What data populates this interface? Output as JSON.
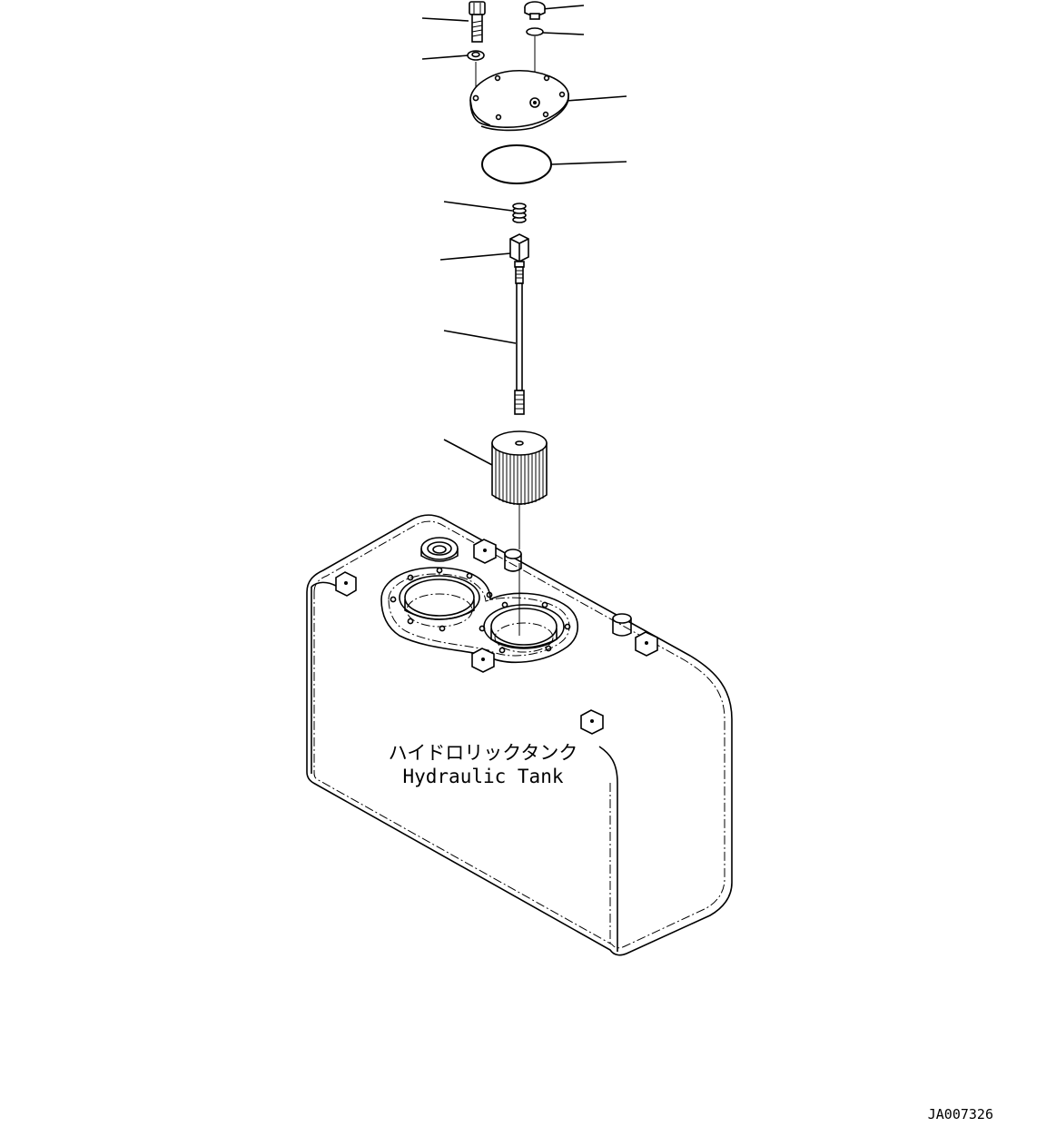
{
  "diagram": {
    "tank_label_jp": "ハイドロリックタンク",
    "tank_label_en": "Hydraulic Tank",
    "drawing_code": "JA007326"
  },
  "parts": [
    {
      "id": "bolt",
      "icon": "bolt-icon"
    },
    {
      "id": "plug",
      "icon": "plug-icon"
    },
    {
      "id": "washer",
      "icon": "washer-icon"
    },
    {
      "id": "o-ring-small",
      "icon": "o-ring-icon"
    },
    {
      "id": "cover",
      "icon": "cover-plate-icon"
    },
    {
      "id": "o-ring-large",
      "icon": "o-ring-icon"
    },
    {
      "id": "spring",
      "icon": "spring-icon"
    },
    {
      "id": "nut",
      "icon": "nut-icon"
    },
    {
      "id": "rod",
      "icon": "rod-icon"
    },
    {
      "id": "strainer-element",
      "icon": "filter-element-icon"
    },
    {
      "id": "hydraulic-tank",
      "icon": "tank-icon"
    }
  ]
}
